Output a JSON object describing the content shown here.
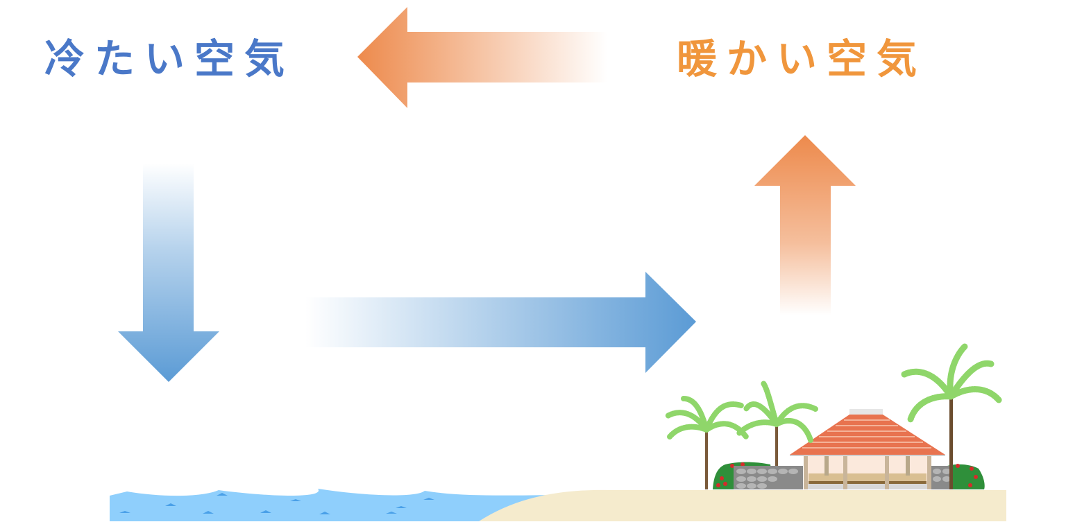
{
  "labels": {
    "cold_air": "冷たい空気",
    "warm_air": "暖かい空気"
  },
  "colors": {
    "cold": "#4a78c8",
    "warm": "#f0963c",
    "arrow_blue": "#5b9bd5",
    "arrow_orange": "#ed8a4c",
    "sea": "#8fcffc",
    "sea_wave_mark": "#4aa0e8",
    "sand": "#f5ebcd",
    "roof": "#e8734f",
    "wall": "#8a8a8a",
    "palm_leaf": "#8fd66a",
    "palm_trunk": "#7a5a3a",
    "hedge": "#2f8f3a",
    "flower": "#d52b2b"
  },
  "arrows": [
    {
      "id": "top-left",
      "direction": "left",
      "color": "orange",
      "meaning": "warm air flows toward cold side aloft"
    },
    {
      "id": "left-down",
      "direction": "down",
      "color": "blue",
      "meaning": "cold air descends over sea"
    },
    {
      "id": "bottom-right",
      "direction": "right",
      "color": "blue",
      "meaning": "cold air flows toward land"
    },
    {
      "id": "right-up",
      "direction": "up",
      "color": "orange",
      "meaning": "warm air rises over land"
    }
  ],
  "scene": {
    "left": "sea",
    "right": "beach with palm trees and tiled-roof house"
  }
}
